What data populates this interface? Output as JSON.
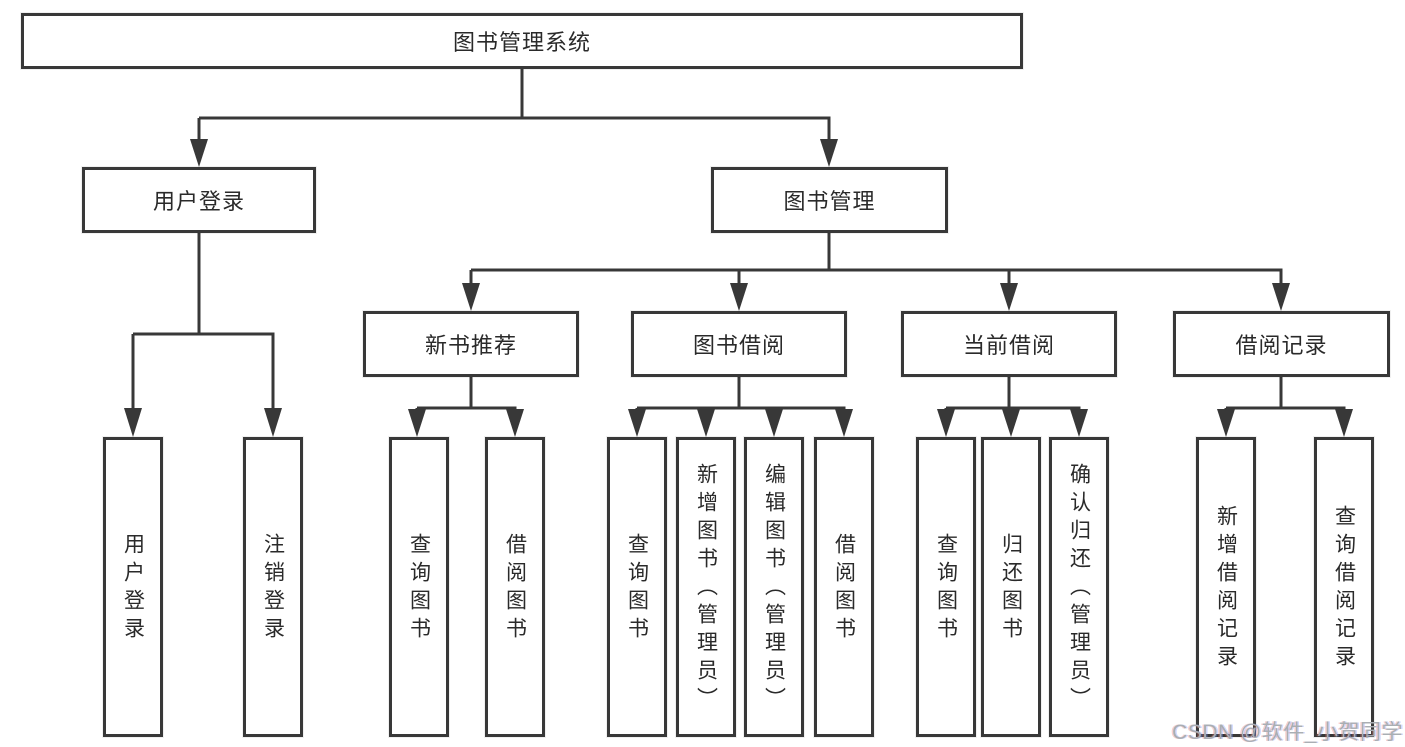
{
  "colors": {
    "line": "#383838",
    "text": "#2a2a2a",
    "watermark": "#a9aeb3"
  },
  "nodes": {
    "root": "图书管理系统",
    "user_login": "用户登录",
    "book_management": "图书管理",
    "new_book_recommend": "新书推荐",
    "book_borrowing": "图书借阅",
    "current_borrowing": "当前借阅",
    "borrowing_records": "借阅记录",
    "leaf_user_login": "用户登录",
    "leaf_logout": "注销登录",
    "leaf_query_books_recommend": "查询图书",
    "leaf_borrow_books_recommend": "借阅图书",
    "leaf_query_books_borrowing": "查询图书",
    "leaf_add_books_admin": "新增图书（管理员）",
    "leaf_edit_books_admin": "编辑图书（管理员）",
    "leaf_borrow_books_borrowing": "借阅图书",
    "leaf_query_books_current": "查询图书",
    "leaf_return_books": "归还图书",
    "leaf_confirm_return_admin": "确认归还（管理员）",
    "leaf_add_borrow_record": "新增借阅记录",
    "leaf_query_borrow_record": "查询借阅记录"
  },
  "watermark": "CSDN @软件_小贺同学"
}
